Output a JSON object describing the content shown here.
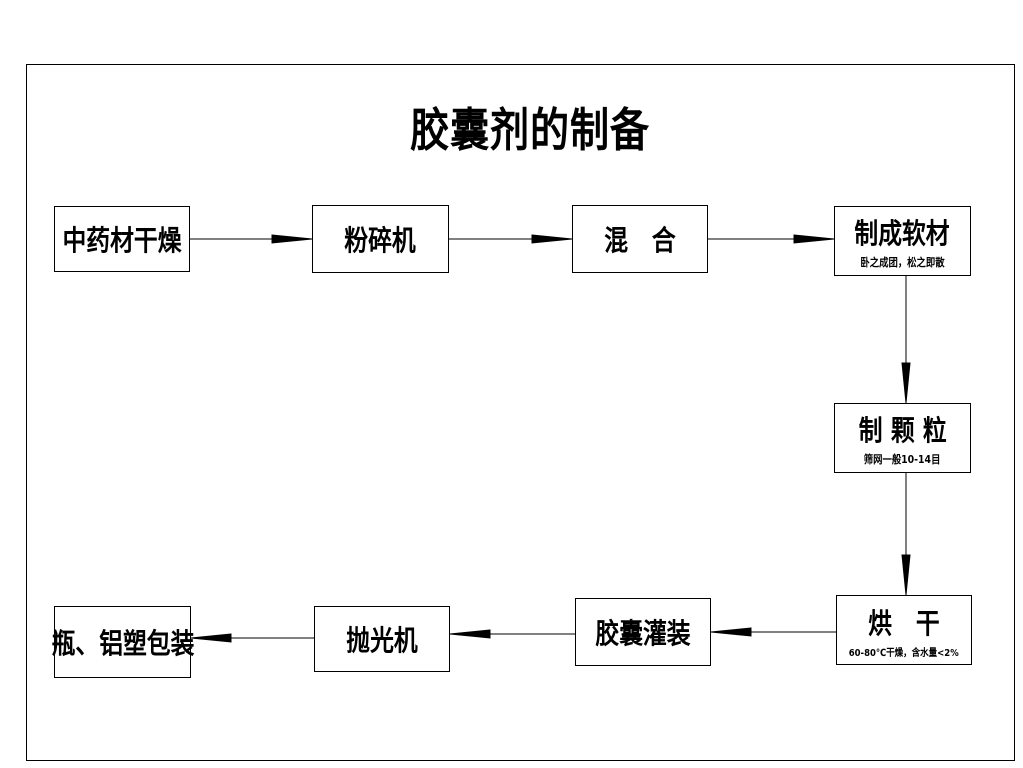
{
  "title": "胶囊剂的制备",
  "steps": {
    "dry": {
      "label": "中药材干燥"
    },
    "crush": {
      "label": "粉碎机"
    },
    "mix": {
      "label": "混　合"
    },
    "soft": {
      "label": "制成软材",
      "note": "卧之成团，松之即散"
    },
    "granule": {
      "label": "制 颗 粒",
      "note": "筛网一般10-14目"
    },
    "bake": {
      "label": "烘　干",
      "note": "60-80℃干燥，含水量<2%"
    },
    "fill": {
      "label": "胶囊灌装"
    },
    "polish": {
      "label": "抛光机"
    },
    "pack": {
      "label": "瓶、铝塑包装"
    }
  },
  "colors": {
    "line": "#000000",
    "background": "#ffffff"
  }
}
